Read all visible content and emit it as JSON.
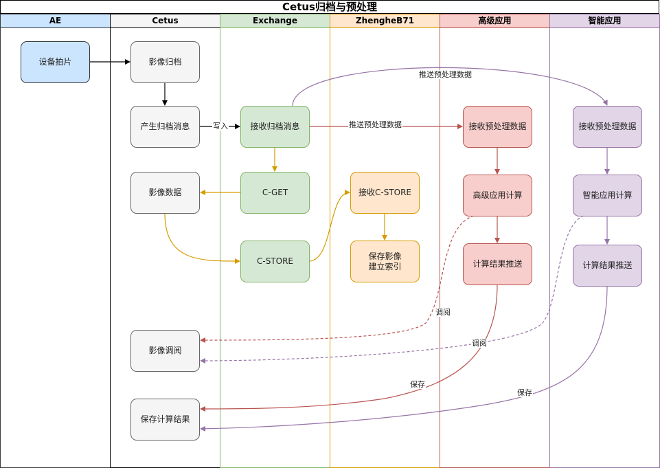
{
  "title": "Cetus归档与预处理",
  "lanes": [
    {
      "label": "AE",
      "color": "#cce5ff",
      "border": "#36393d"
    },
    {
      "label": "Cetus",
      "color": "#f5f5f5",
      "border": "#000000"
    },
    {
      "label": "Exchange",
      "color": "#d5e8d4",
      "border": "#82b366"
    },
    {
      "label": "ZhengheB71",
      "color": "#ffe6cc",
      "border": "#d79b00"
    },
    {
      "label": "高级应用",
      "color": "#f8cecc",
      "border": "#b85450"
    },
    {
      "label": "智能应用",
      "color": "#e1d5e7",
      "border": "#9673a6"
    }
  ],
  "nodes": {
    "device_capture": "设备拍片",
    "image_archive": "影像归档",
    "archive_message": "产生归档消息",
    "image_data": "影像数据",
    "image_retrieve": "影像调阅",
    "save_results": "保存计算结果",
    "receive_archive_message": "接收归档消息",
    "cget": "C-GET",
    "cstore": "C-STORE",
    "receive_cstore": "接收C-STORE",
    "save_index": "保存影像\n建立索引",
    "adv_receive": "接收预处理数据",
    "adv_compute": "高级应用计算",
    "adv_push": "计算结果推送",
    "ai_receive": "接收预处理数据",
    "ai_compute": "智能应用计算",
    "ai_push": "计算结果推送"
  },
  "edge_labels": {
    "write": "写入",
    "push_top": "推送预处理数据",
    "push_mid": "推送预处理数据",
    "retrieve_adv": "调阅",
    "retrieve_ai": "调阅",
    "save_adv": "保存",
    "save_ai": "保存"
  },
  "colors": {
    "black": "#000000",
    "green": "#82b366",
    "orange": "#d79b00",
    "red": "#b85450",
    "purple": "#9673a6"
  }
}
